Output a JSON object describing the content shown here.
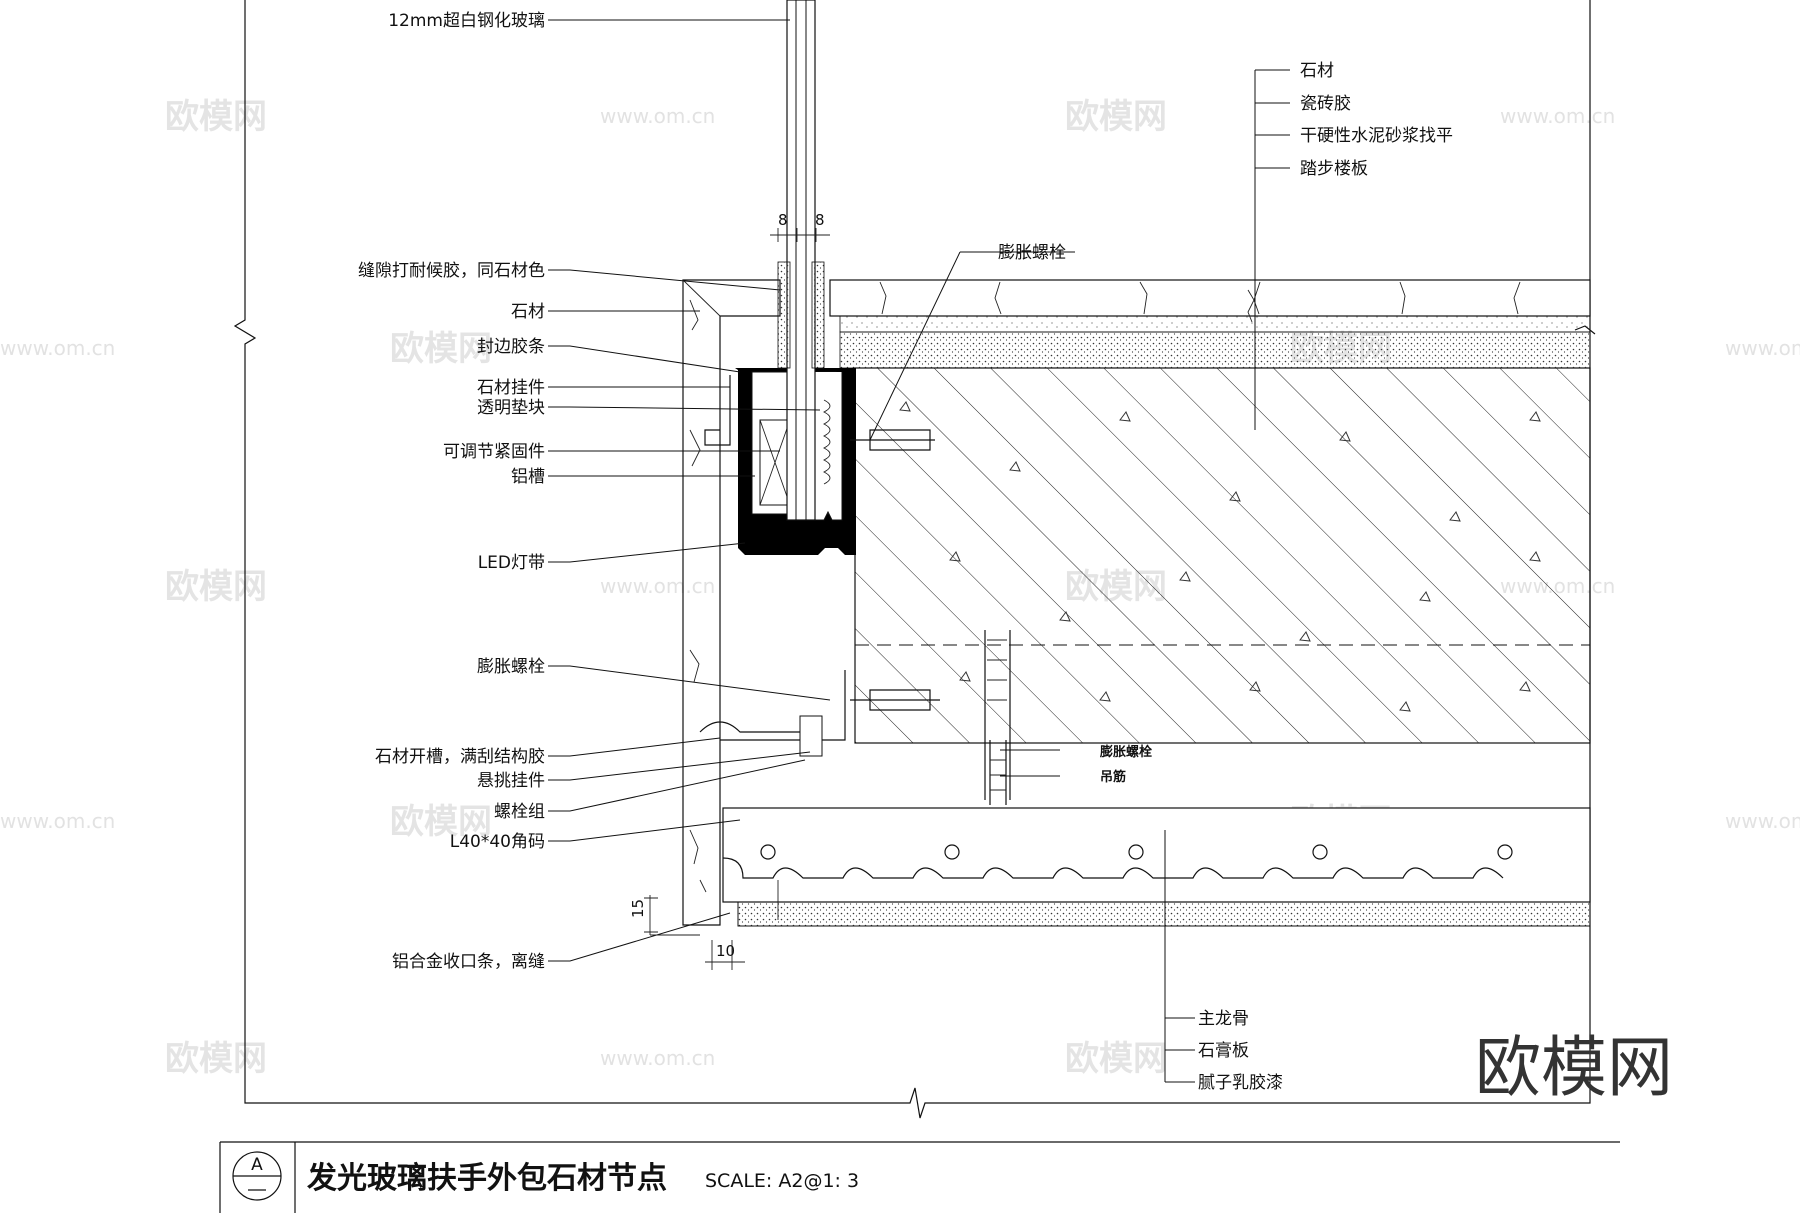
{
  "drawing": {
    "title": "发光玻璃扶手外包石材节点",
    "scale": "SCALE: A2@1: 3",
    "section_mark": "A",
    "brand_watermark": "欧模网",
    "watermark_text": "欧模网",
    "watermark_url": "www.om.cn"
  },
  "labels_left": [
    "12mm超白钢化玻璃",
    "缝隙打耐候胶，同石材色",
    "石材",
    "封边胶条",
    "石材挂件",
    "透明垫块",
    "可调节紧固件",
    "铝槽",
    "LED灯带",
    "膨胀螺栓",
    "石材开槽，满刮结构胶",
    "悬挑挂件",
    "螺栓组",
    "L40*40角码",
    "铝合金收口条，离缝"
  ],
  "labels_right_top": [
    "石材",
    "瓷砖胶",
    "干硬性水泥砂浆找平",
    "踏步楼板"
  ],
  "label_bolt_top": "膨胀螺栓",
  "labels_hanger": [
    "膨胀螺栓",
    "吊筋"
  ],
  "labels_ceiling": [
    "主龙骨",
    "石膏板",
    "腻子乳胶漆"
  ],
  "dimensions": {
    "glass_gap_left": "8",
    "glass_gap_right": "8",
    "vertical_gap": "15",
    "horizontal_gap": "10"
  },
  "colors": {
    "line": "#111111",
    "fill_dark": "#000000",
    "watermark": "#cfcfcf"
  }
}
